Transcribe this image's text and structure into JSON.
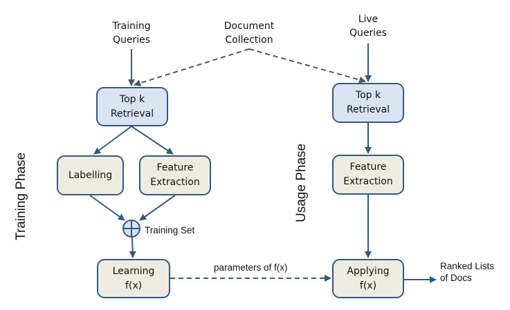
{
  "inputs": {
    "training_queries": [
      "Training",
      "Queries"
    ],
    "document_collection": [
      "Document",
      "Collection"
    ],
    "live_queries": [
      "Live",
      "Queries"
    ]
  },
  "phases": {
    "training": "Training Phase",
    "usage": "Usage Phase"
  },
  "training_nodes": {
    "topk": [
      "Top k",
      "Retrieval"
    ],
    "labelling": "Labelling",
    "feature_extraction": [
      "Feature",
      "Extraction"
    ],
    "combine_label": "Training Set",
    "learning": [
      "Learning",
      "f(x)"
    ]
  },
  "usage_nodes": {
    "topk": [
      "Top k",
      "Retrieval"
    ],
    "feature_extraction": [
      "Feature",
      "Extraction"
    ],
    "applying": [
      "Applying",
      "f(x)"
    ]
  },
  "edges": {
    "parameters_label": "parameters of f(x)",
    "output_label": [
      "Ranked Lists",
      "of Docs"
    ]
  },
  "colors": {
    "edge": "#2e5a87",
    "dashed_edge": "#4a5668",
    "retrieval_fill": "#dae3f2",
    "process_fill": "#eeece1",
    "border": "#2e5a87"
  }
}
